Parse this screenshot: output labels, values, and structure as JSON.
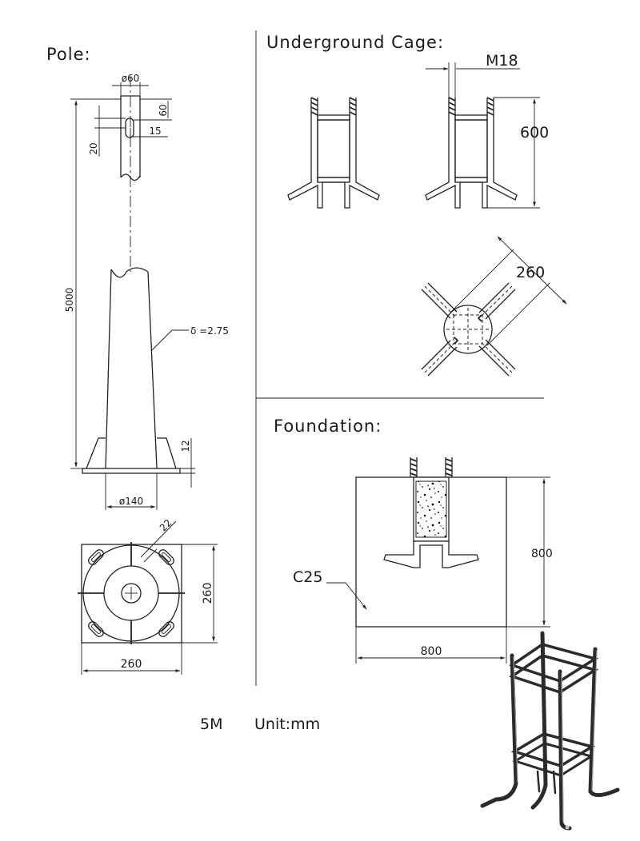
{
  "sections": {
    "pole": "Pole:",
    "cage": "Underground  Cage:",
    "foundation": "Foundation:"
  },
  "pole": {
    "dia_top": "ø60",
    "dim_60": "60",
    "dim_15": "15",
    "dim_20": "20",
    "height": "5000",
    "thickness": "δ =2.75",
    "dim_12": "12",
    "dia_base": "ø140",
    "hole": "22",
    "plate_h": "260",
    "plate_w": "260"
  },
  "cage": {
    "bolt": "M18",
    "height": "600",
    "diag": "260"
  },
  "foundation": {
    "concrete": "C25",
    "height": "800",
    "width": "800"
  },
  "footer": {
    "model": "5M",
    "unit": "Unit:mm"
  }
}
